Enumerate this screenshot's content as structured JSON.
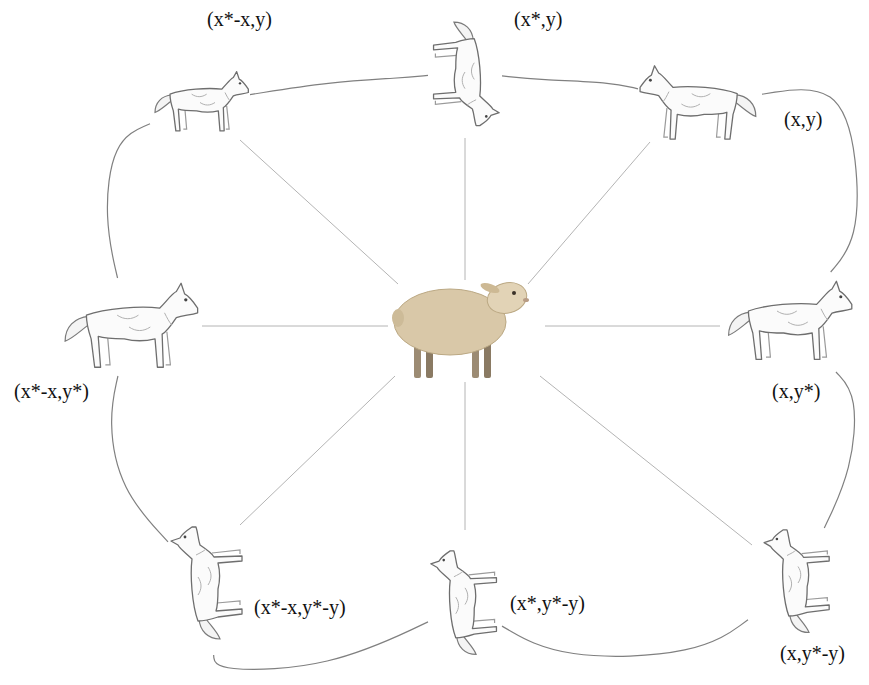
{
  "diagram": {
    "nodes": [
      {
        "text": [
          "(x*-x,y)"
        ]
      },
      {
        "text": [
          "(x*,y)"
        ]
      },
      {
        "text": [
          "(x,y)"
        ]
      },
      {
        "text": [
          "(x,y*)"
        ]
      },
      {
        "text": [
          "(x,y*-y)"
        ]
      },
      {
        "text": [
          "(x*,y*-y)"
        ]
      },
      {
        "text": [
          "(x*-x,y*-y)"
        ]
      },
      {
        "text": [
          "(x*-x,y*)"
        ]
      }
    ],
    "edges": [
      {
        "from": 0,
        "to": 1,
        "arrow": "none"
      },
      {
        "from": 1,
        "to": 2,
        "arrow": "none"
      },
      {
        "from": 2,
        "to": 3,
        "arrow": "none"
      },
      {
        "from": 3,
        "to": 4,
        "arrow": "none"
      },
      {
        "from": 4,
        "to": 5,
        "arrow": "none"
      },
      {
        "from": 5,
        "to": 6,
        "arrow": "none"
      },
      {
        "from": 6,
        "to": 7,
        "arrow": "none"
      },
      {
        "from": 7,
        "to": 0,
        "arrow": "none"
      }
    ]
  }
}
